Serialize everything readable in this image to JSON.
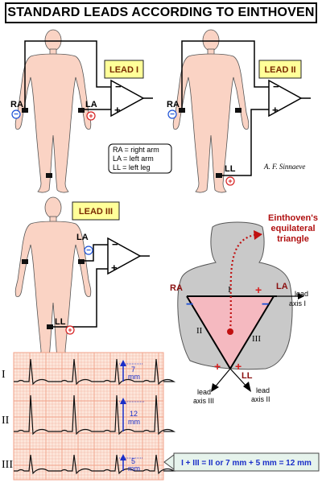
{
  "title": "STANDARD LEADS ACCORDING TO EINTHOVEN",
  "leads": {
    "lead1": "LEAD I",
    "lead2": "LEAD II",
    "lead3": "LEAD III"
  },
  "electrodes": {
    "ra": "RA",
    "la": "LA",
    "ll": "LL"
  },
  "polarity": {
    "minus": "−",
    "plus": "+"
  },
  "legend": [
    "RA = right arm",
    "LA = left arm",
    "LL = left leg"
  ],
  "signature": "A. F. Sinnaeve",
  "triangle": {
    "annotation": [
      "Einthoven's",
      "equilateral",
      "triangle"
    ],
    "side_labels": [
      "I",
      "II",
      "III"
    ],
    "axis_lead1": [
      "lead",
      "axis I"
    ],
    "axis_lead2": [
      "lead",
      "axis II"
    ],
    "axis_lead3": [
      "lead",
      "axis III"
    ]
  },
  "ecg": {
    "row_labels": [
      "I",
      "II",
      "III"
    ],
    "amplitudes": [
      {
        "value": "7",
        "unit": "mm"
      },
      {
        "value": "12",
        "unit": "mm"
      },
      {
        "value": "5",
        "unit": "mm"
      }
    ]
  },
  "equation": "I + III = II  or  7 mm + 5 mm = 12 mm",
  "colors": {
    "skin": "#fad3c4",
    "ecg_grid": "#f0a088",
    "ecg_bg": "#fde7dc",
    "lead_label_bg": "#ffff99",
    "minus_electrode": "#1a4fd6",
    "plus_electrode": "#d62020",
    "triangle_fill": "#f5b9c0",
    "annotation": "#b01010",
    "amplitude": "#1a2ec8",
    "equation": "#1a2ec8"
  }
}
